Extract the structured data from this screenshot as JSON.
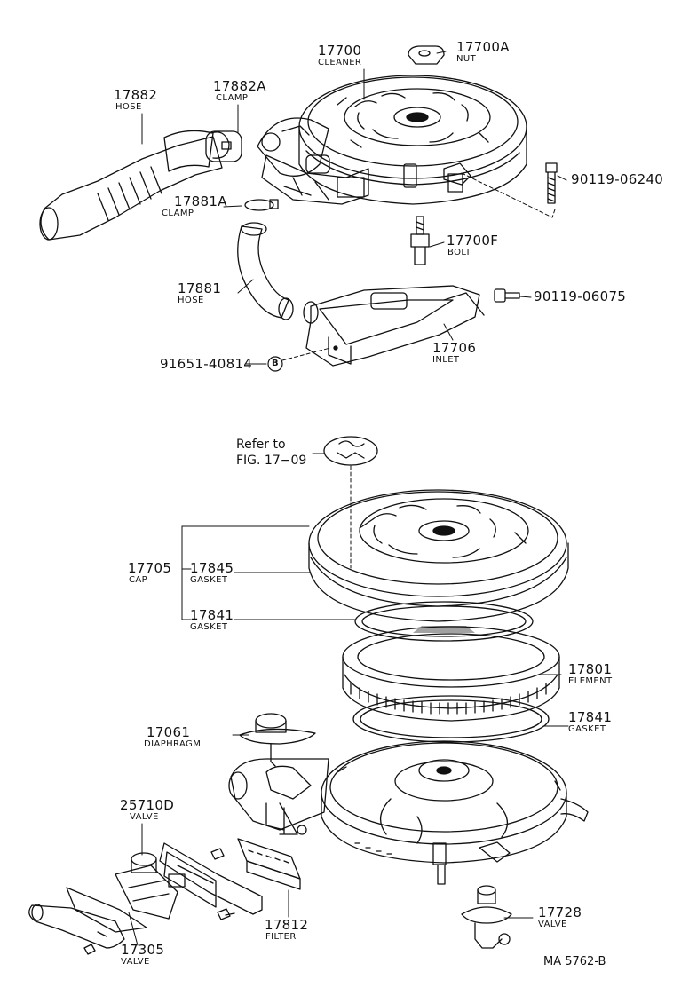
{
  "callouts": [
    {
      "id": "17700",
      "part": "17700",
      "desc": "CLEANER"
    },
    {
      "id": "17700A",
      "part": "17700A",
      "desc": "NUT"
    },
    {
      "id": "17882",
      "part": "17882",
      "desc": "HOSE"
    },
    {
      "id": "17882A",
      "part": "17882A",
      "desc": "CLAMP"
    },
    {
      "id": "90119-06240",
      "part": "90119-06240",
      "desc": ""
    },
    {
      "id": "17881A",
      "part": "17881A",
      "desc": "CLAMP"
    },
    {
      "id": "17700F",
      "part": "17700F",
      "desc": "BOLT"
    },
    {
      "id": "17881",
      "part": "17881",
      "desc": "HOSE"
    },
    {
      "id": "90119-06075",
      "part": "90119-06075",
      "desc": ""
    },
    {
      "id": "17706",
      "part": "17706",
      "desc": "INLET"
    },
    {
      "id": "91651-40814",
      "part": "91651-40814",
      "desc": ""
    },
    {
      "id": "17705",
      "part": "17705",
      "desc": "CAP"
    },
    {
      "id": "17845",
      "part": "17845",
      "desc": "GASKET"
    },
    {
      "id": "17841a",
      "part": "17841",
      "desc": "GASKET"
    },
    {
      "id": "17801",
      "part": "17801",
      "desc": "ELEMENT"
    },
    {
      "id": "17841b",
      "part": "17841",
      "desc": "GASKET"
    },
    {
      "id": "17061",
      "part": "17061",
      "desc": "DIAPHRAGM"
    },
    {
      "id": "25710D",
      "part": "25710D",
      "desc": "VALVE"
    },
    {
      "id": "17812",
      "part": "17812",
      "desc": "FILTER"
    },
    {
      "id": "17728",
      "part": "17728",
      "desc": "VALVE"
    },
    {
      "id": "17305",
      "part": "17305",
      "desc": "VALVE"
    }
  ],
  "refer_note": {
    "line1": "Refer to",
    "line2": "FIG. 17−09"
  },
  "marker_letter": "B",
  "drawing_code": "MA 5762-B",
  "colors": {
    "ink": "#111111",
    "paper": "#ffffff"
  }
}
